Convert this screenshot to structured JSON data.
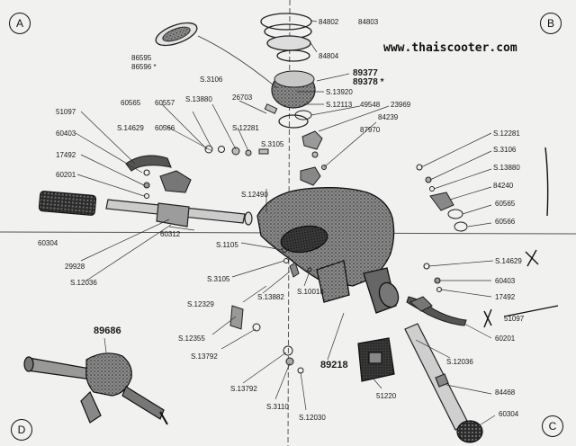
{
  "watermark": "www.thaiscooter.com",
  "quadrants": {
    "a": "A",
    "b": "B",
    "c": "C",
    "d": "D"
  },
  "labels": {
    "p84802": "84802",
    "p84803": "84803",
    "p84804": "84804",
    "p86595": "86595",
    "p86596": "86596 *",
    "p89377": "89377",
    "p89378": "89378 *",
    "s13920": "S.13920",
    "s12113": "S.12113",
    "p49548": "49548",
    "p23969": "23969",
    "p87970": "87970",
    "p84239": "84239",
    "s3106a": "S.3106",
    "s13880a": "S.13880",
    "p26703": "26703",
    "p60565a": "60565",
    "p60557": "60557",
    "p60566a": "60566",
    "s12281a": "S.12281",
    "s3105a": "S.3105",
    "p51097a": "51097",
    "s14629a": "S.14629",
    "p60403a": "60403",
    "p17492a": "17492",
    "p60201a": "60201",
    "p60304a": "60304",
    "s12490": "S.12490",
    "p29928": "29928",
    "s12036a": "S.12036",
    "p60312": "60312",
    "s12281b": "S.12281",
    "s3106b": "S.3106",
    "s13880b": "S.13880",
    "p84240": "84240",
    "p60565b": "60565",
    "p60566b": "60566",
    "s1105": "S.1105",
    "s3105b": "S.3105",
    "s12329": "S.12329",
    "s13882": "S.13882",
    "s10018": "S.10018",
    "s12355": "S.12355",
    "s13792a": "S.13792",
    "p89686": "89686",
    "s14629b": "S.14629",
    "p60403b": "60403",
    "p17492b": "17492",
    "p51097b": "51097",
    "p60201b": "60201",
    "p89218": "89218",
    "s12036b": "S.12036",
    "p51220": "51220",
    "s13792b": "S.13792",
    "s3110": "S.3110",
    "s12030": "S.12030",
    "p84468": "84468",
    "p60304b": "60304"
  }
}
